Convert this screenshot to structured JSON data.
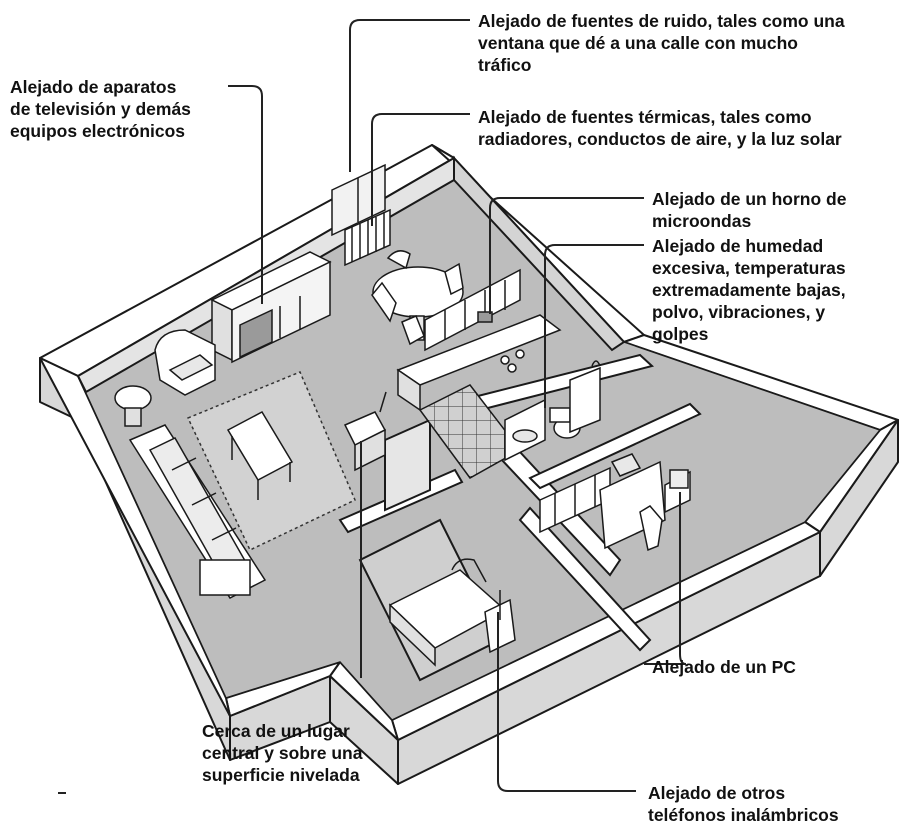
{
  "callouts": {
    "tv": [
      "Alejado de aparatos",
      "de televisión y demás",
      "equipos electrónicos"
    ],
    "noise": [
      "Alejado de fuentes de ruido, tales como una",
      "ventana que dé a una calle con mucho",
      "tráfico"
    ],
    "heat": [
      "Alejado de fuentes térmicas, tales como",
      "radiadores, conductos de aire, y la luz solar"
    ],
    "microwave": [
      "Alejado de un horno de",
      "microondas"
    ],
    "humidity": [
      "Alejado de humedad",
      "excesiva, temperaturas",
      "extremadamente bajas,",
      "polvo, vibraciones, y",
      "golpes"
    ],
    "pc": [
      "Alejado de un PC"
    ],
    "central": [
      "Cerca de un lugar",
      "central y sobre una",
      "superficie nivelada"
    ],
    "phones": [
      "Alejado de otros",
      "teléfonos inalámbricos"
    ]
  },
  "colors": {
    "wall_top": "#ffffff",
    "wall_side": "#d8d8d8",
    "floor": "#bdbdbd",
    "line": "#1a1a1a"
  }
}
